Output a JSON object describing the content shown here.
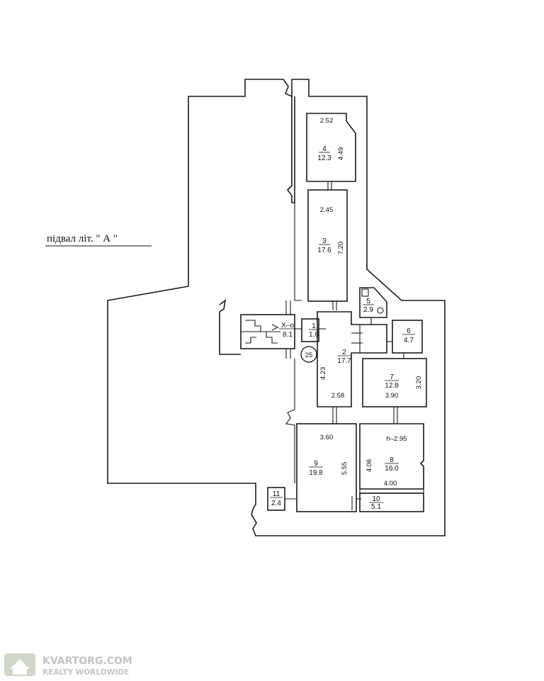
{
  "caption": "підвал літ. \" А \"",
  "rooms": {
    "r1": {
      "num": "1",
      "area": "1.6"
    },
    "r2": {
      "num": "2",
      "area": "17.7"
    },
    "r3": {
      "num": "3",
      "area": "17.6"
    },
    "r4": {
      "num": "4",
      "area": "12.3"
    },
    "r5": {
      "num": "5",
      "area": "2.9"
    },
    "r6": {
      "num": "6",
      "area": "4.7"
    },
    "r7": {
      "num": "7",
      "area": "12.8"
    },
    "r8": {
      "num": "8",
      "area": "16.0"
    },
    "r9": {
      "num": "9",
      "area": "19.8"
    },
    "r10": {
      "num": "10",
      "area": "5.1"
    },
    "r11": {
      "num": "11",
      "area": "2.4"
    },
    "stair": {
      "num": "X–o",
      "area": "8.1"
    }
  },
  "dimensions": {
    "d_4_w": "2.52",
    "d_4_h": "4.49",
    "d_3_w": "2.45",
    "d_3_h": "7.20",
    "d_2_h": "4.23",
    "d_2_w": "2.58",
    "d_7_h": "3.20",
    "d_7_w": "3.90",
    "d_9_w": "3.60",
    "d_9_h": "5.55",
    "d_8_h": "4.06",
    "d_8_w": "4.00",
    "d_height": "h–2.95"
  },
  "circle_marker": "25",
  "watermark": {
    "brand": "KVARTORG.COM",
    "tagline": "REALTY WORLDWIDE"
  }
}
